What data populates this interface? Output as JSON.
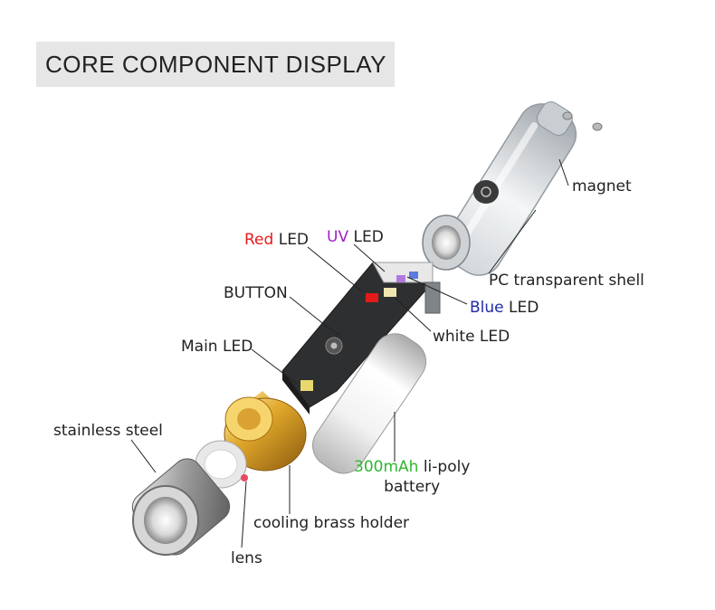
{
  "title": "CORE COMPONENT DISPLAY",
  "colors": {
    "red": "#e31b1b",
    "uv": "#a020c8",
    "blue": "#1f2aa8",
    "green": "#2eb82e",
    "text": "#222222"
  },
  "labels": {
    "magnet": "magnet",
    "pc_shell": "PC transparent shell",
    "red_led_color": "Red",
    "red_led_rest": " LED",
    "uv_led_color": "UV",
    "uv_led_rest": " LED",
    "blue_led_color": "Blue",
    "blue_led_rest": " LED",
    "button": "BUTTON",
    "white_led": "white LED",
    "main_led": "Main LED",
    "stainless_steel": "stainless steel",
    "battery_cap": "300mAh",
    "battery_rest": " li-poly",
    "battery_line2": "battery",
    "cooling_brass": "cooling brass holder",
    "lens": "lens"
  }
}
